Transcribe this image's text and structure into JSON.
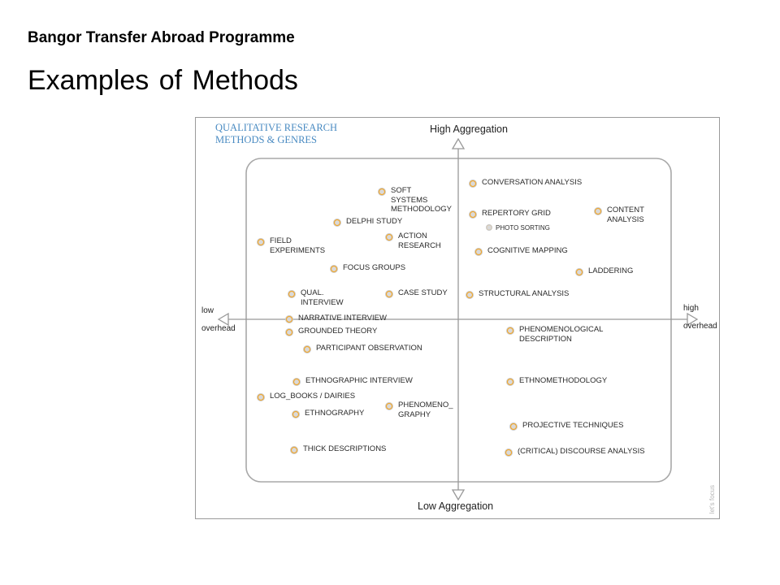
{
  "slide": {
    "kicker": "Bangor Transfer Abroad Programme",
    "title": "Examples of Methods"
  },
  "diagram": {
    "title_line1": "QUALITATIVE RESEARCH",
    "title_line2": "METHODS & GENRES",
    "axis_top": "High Aggregation",
    "axis_bottom": "Low Aggregation",
    "axis_left_1": "low",
    "axis_left_2": "overhead",
    "axis_right_1": "high",
    "axis_right_2": "overhead",
    "watermark": "let's focus",
    "colors": {
      "dot_ring": "#f5a623",
      "dot_core": "#d9d9d9",
      "accent": "#4a8bc2",
      "axis": "#999999"
    },
    "items": [
      {
        "name": "soft-systems-methodology",
        "lines": [
          "SOFT",
          "SYSTEMS",
          "METHODOLOGY"
        ]
      },
      {
        "name": "delphi-study",
        "lines": [
          "DELPHI STUDY"
        ]
      },
      {
        "name": "action-research",
        "lines": [
          "ACTION",
          "RESEARCH"
        ]
      },
      {
        "name": "field-experiments",
        "lines": [
          "FIELD",
          "EXPERIMENTS"
        ]
      },
      {
        "name": "focus-groups",
        "lines": [
          "FOCUS GROUPS"
        ]
      },
      {
        "name": "qual-interview",
        "lines": [
          "QUAL.",
          "INTERVIEW"
        ]
      },
      {
        "name": "case-study",
        "lines": [
          "CASE STUDY"
        ]
      },
      {
        "name": "narrative-interview",
        "lines": [
          "NARRATIVE INTERVIEW"
        ]
      },
      {
        "name": "grounded-theory",
        "lines": [
          "GROUNDED THEORY"
        ]
      },
      {
        "name": "participant-observation",
        "lines": [
          "PARTICIPANT OBSERVATION"
        ]
      },
      {
        "name": "ethnographic-interview",
        "lines": [
          "ETHNOGRAPHIC INTERVIEW"
        ]
      },
      {
        "name": "log-books-dairies",
        "lines": [
          "LOG_BOOKS / DAIRIES"
        ]
      },
      {
        "name": "ethnography",
        "lines": [
          "ETHNOGRAPHY"
        ]
      },
      {
        "name": "phenomenography",
        "lines": [
          "PHENOMENO_",
          "GRAPHY"
        ]
      },
      {
        "name": "thick-descriptions",
        "lines": [
          "THICK DESCRIPTIONS"
        ]
      },
      {
        "name": "conversation-analysis",
        "lines": [
          "CONVERSATION ANALYSIS"
        ]
      },
      {
        "name": "content-analysis",
        "lines": [
          "CONTENT",
          "ANALYSIS"
        ]
      },
      {
        "name": "repertory-grid",
        "lines": [
          "REPERTORY GRID"
        ]
      },
      {
        "name": "photo-sorting",
        "lines": [
          "PHOTO SORTING"
        ]
      },
      {
        "name": "cognitive-mapping",
        "lines": [
          "COGNITIVE MAPPING"
        ]
      },
      {
        "name": "laddering",
        "lines": [
          "LADDERING"
        ]
      },
      {
        "name": "structural-analysis",
        "lines": [
          "STRUCTURAL ANALYSIS"
        ]
      },
      {
        "name": "phenomenological-description",
        "lines": [
          "PHENOMENOLOGICAL",
          "DESCRIPTION"
        ]
      },
      {
        "name": "ethnomethodology",
        "lines": [
          "ETHNOMETHODOLOGY"
        ]
      },
      {
        "name": "projective-techniques",
        "lines": [
          "PROJECTIVE TECHNIQUES"
        ]
      },
      {
        "name": "critical-discourse-analysis",
        "lines": [
          "(CRITICAL) DISCOURSE ANALYSIS"
        ]
      }
    ]
  }
}
